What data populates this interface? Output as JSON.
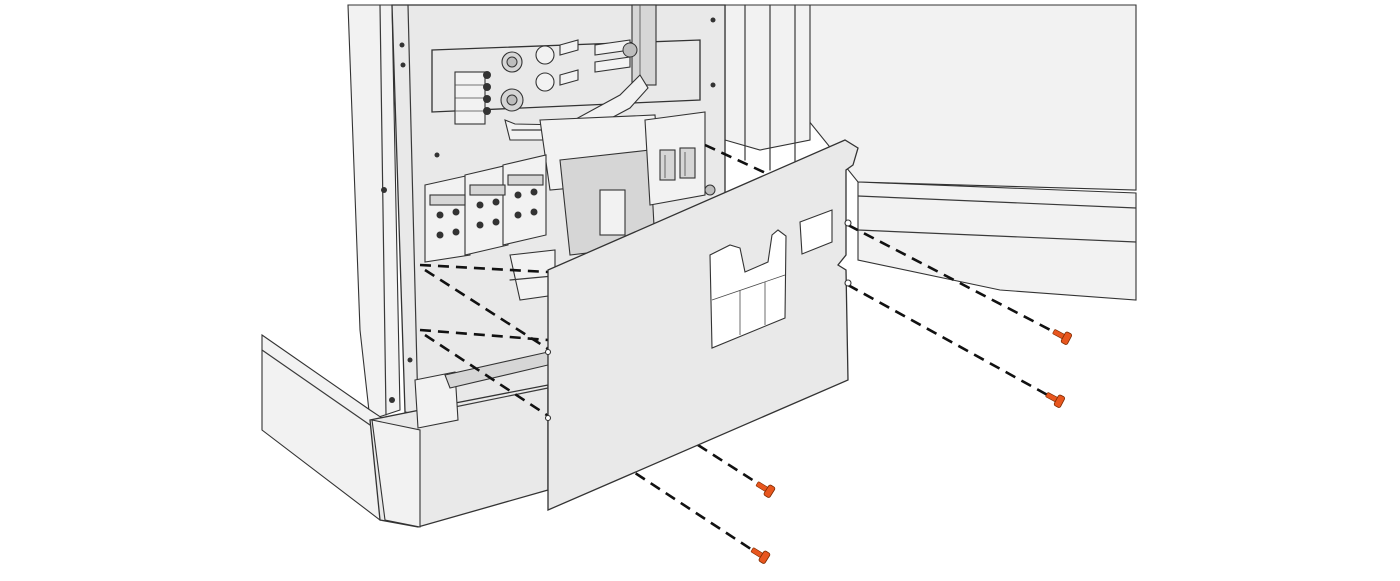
{
  "figure": {
    "kind": "installation-illustration",
    "subject": "cabinet-protective-cover-plate",
    "screw_count": 4,
    "colors": {
      "screw": "#e8561e",
      "cabinet_fill": "#ececec",
      "outline": "#333333",
      "background": "#ffffff"
    }
  }
}
